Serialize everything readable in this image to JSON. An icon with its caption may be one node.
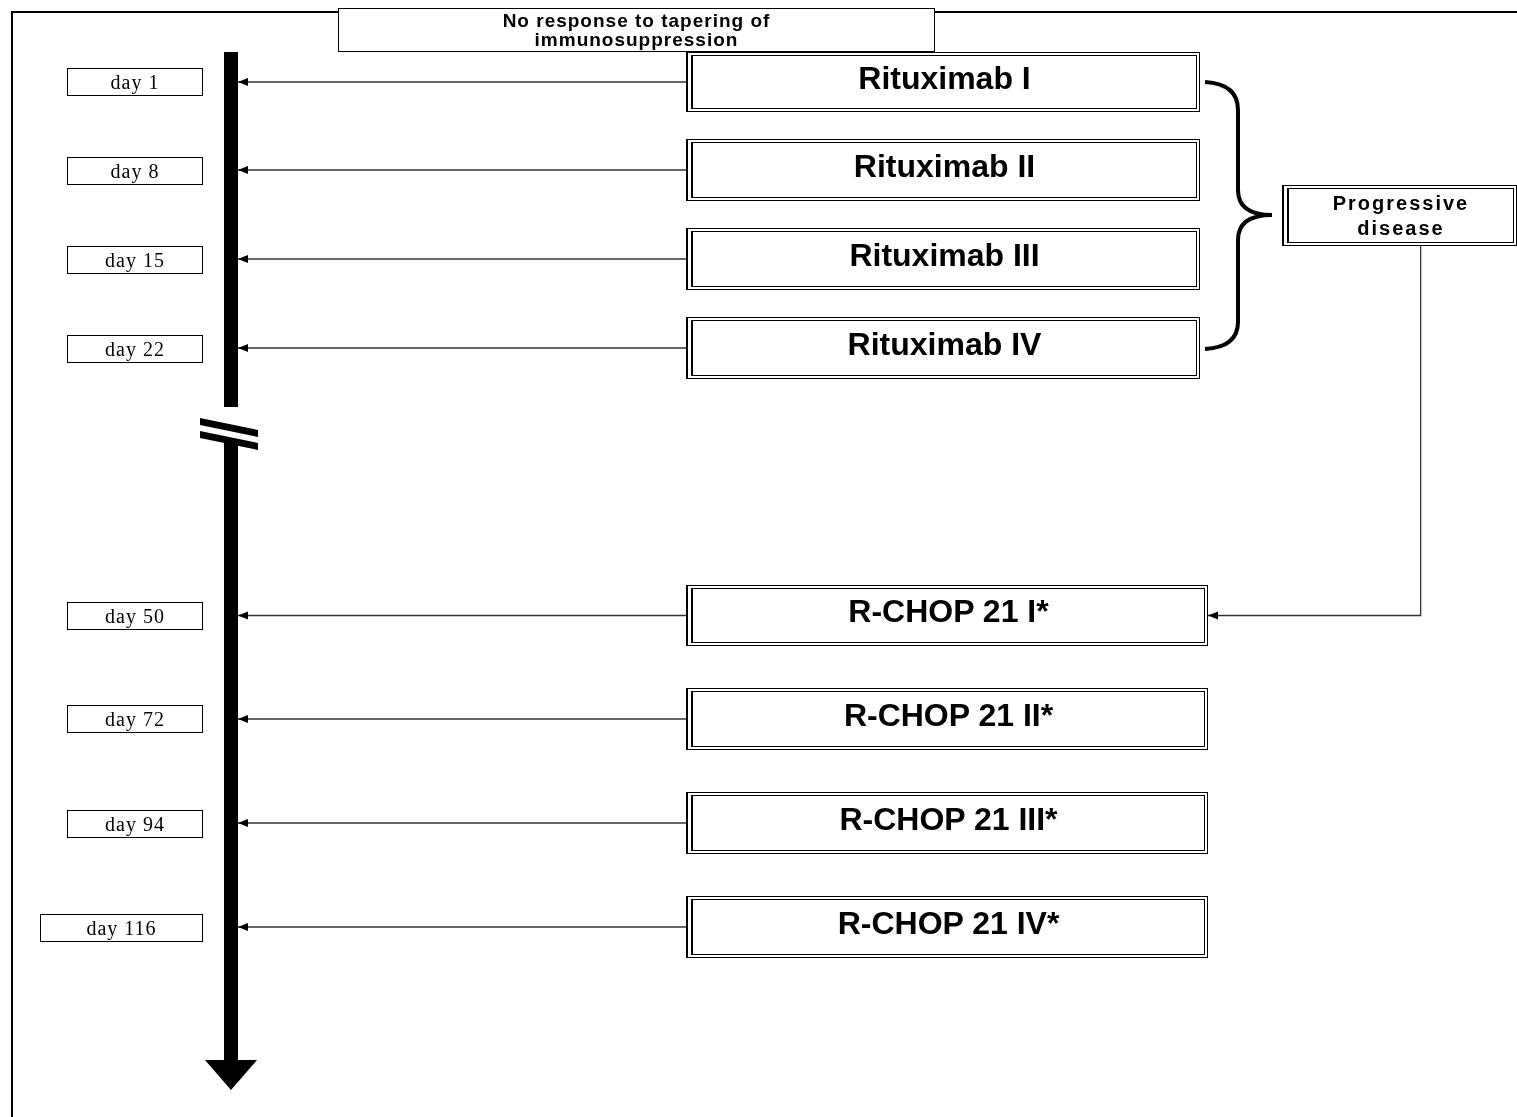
{
  "diagram": {
    "nodes": [
      {
        "text": [
          "No response to tapering of immunosuppression"
        ]
      },
      {
        "text": [
          "day 1"
        ]
      },
      {
        "text": [
          "Rituximab I"
        ]
      },
      {
        "text": [
          "day 8"
        ]
      },
      {
        "text": [
          "Rituximab II"
        ]
      },
      {
        "text": [
          "Progressive disease"
        ]
      },
      {
        "text": [
          "day 15"
        ]
      },
      {
        "text": [
          "Rituximab III"
        ]
      },
      {
        "text": [
          "day 22"
        ]
      },
      {
        "text": [
          "Rituximab IV"
        ]
      },
      {
        "text": [
          "day 50"
        ]
      },
      {
        "text": [
          "R-CHOP 21 I*"
        ]
      },
      {
        "text": [
          "day 72"
        ]
      },
      {
        "text": [
          "R-CHOP 21 II*"
        ]
      },
      {
        "text": [
          "day 94"
        ]
      },
      {
        "text": [
          "R-CHOP 21 III*"
        ]
      },
      {
        "text": [
          "day 116"
        ]
      },
      {
        "text": [
          "R-CHOP 21 IV*"
        ]
      },
      {
        "text": [],
        "shape": "bar"
      }
    ],
    "edges": [
      {
        "from": 2,
        "to": 18,
        "arrow": "to"
      },
      {
        "from": 4,
        "to": 18,
        "arrow": "to"
      },
      {
        "from": 7,
        "to": 18,
        "arrow": "to"
      },
      {
        "from": 9,
        "to": 18,
        "arrow": "to"
      },
      {
        "from": 5,
        "to": 11,
        "arrow": "to"
      },
      {
        "from": 11,
        "to": 18,
        "arrow": "to"
      },
      {
        "from": 13,
        "to": 18,
        "arrow": "to"
      },
      {
        "from": 15,
        "to": 18,
        "arrow": "to"
      },
      {
        "from": 17,
        "to": 18,
        "arrow": "to"
      }
    ]
  }
}
